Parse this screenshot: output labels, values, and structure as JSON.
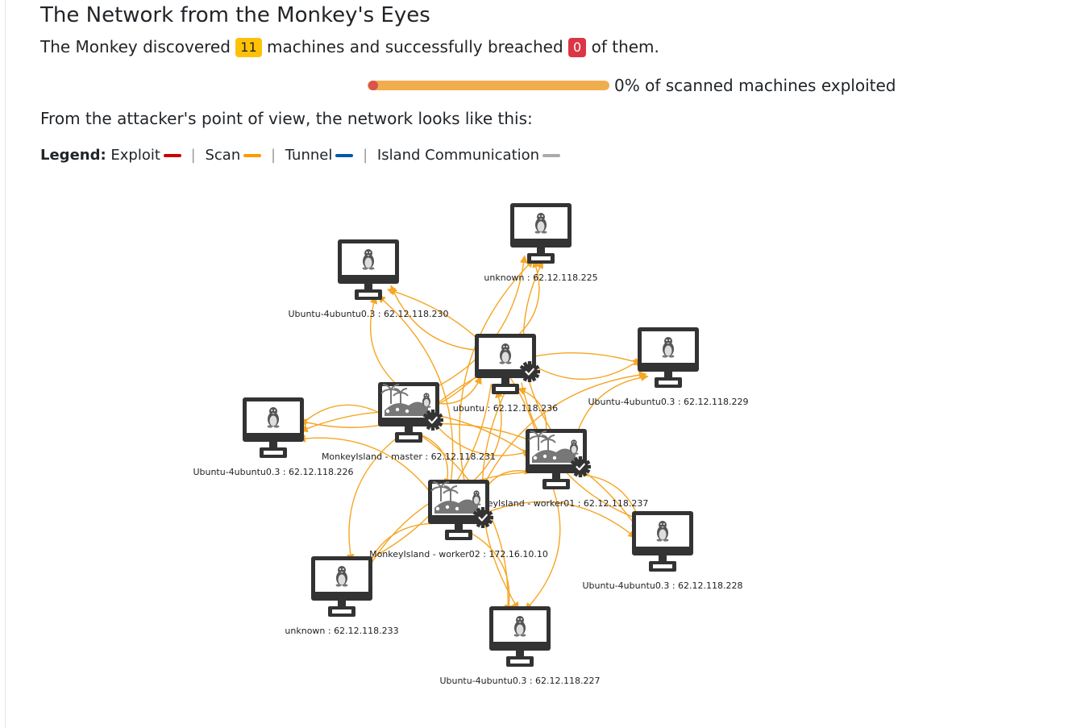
{
  "title": "The Network from the Monkey's Eyes",
  "summary": {
    "prefix": "The Monkey discovered",
    "discovered": "11",
    "middle": "machines and successfully breached",
    "breached": "0",
    "suffix": "of them."
  },
  "progress": {
    "label": "0% of scanned machines exploited",
    "exploited_fraction": 0
  },
  "pov_text": "From the attacker's point of view, the network looks like this:",
  "legend": {
    "title": "Legend:",
    "items": [
      {
        "label": "Exploit",
        "color": "#cc0000"
      },
      {
        "label": "Scan",
        "color": "#ff9900"
      },
      {
        "label": "Tunnel",
        "color": "#0158aa"
      },
      {
        "label": "Island Communication",
        "color": "#aaaaaa"
      }
    ]
  },
  "colors": {
    "scan_edge": "#f5a623",
    "node_dark": "#333333",
    "island_gray": "#777777"
  },
  "nodes": [
    {
      "id": "n225",
      "label": "unknown : 62.12.118.225",
      "type": "linux"
    },
    {
      "id": "n230",
      "label": "Ubuntu-4ubuntu0.3 : 62.12.118.230",
      "type": "linux"
    },
    {
      "id": "n236",
      "label": "ubuntu : 62.12.118.236",
      "type": "linux-monkey"
    },
    {
      "id": "n229",
      "label": "Ubuntu-4ubuntu0.3 : 62.12.118.229",
      "type": "linux"
    },
    {
      "id": "n231",
      "label": "MonkeyIsland - master : 62.12.118.231",
      "type": "island-monkey"
    },
    {
      "id": "n226",
      "label": "Ubuntu-4ubuntu0.3 : 62.12.118.226",
      "type": "linux"
    },
    {
      "id": "n237",
      "label": "MonkeyIsland - worker01 : 62.12.118.237",
      "type": "island-monkey"
    },
    {
      "id": "n10",
      "label": "MonkeyIsland - worker02 : 172.16.10.10",
      "type": "island-monkey"
    },
    {
      "id": "n228",
      "label": "Ubuntu-4ubuntu0.3 : 62.12.118.228",
      "type": "linux"
    },
    {
      "id": "n233",
      "label": "unknown : 62.12.118.233",
      "type": "linux"
    },
    {
      "id": "n227",
      "label": "Ubuntu-4ubuntu0.3 : 62.12.118.227",
      "type": "linux"
    }
  ],
  "edges": [
    {
      "from": "n231",
      "to": "n225",
      "type": "scan"
    },
    {
      "from": "n231",
      "to": "n230",
      "type": "scan"
    },
    {
      "from": "n231",
      "to": "n236",
      "type": "scan"
    },
    {
      "from": "n231",
      "to": "n229",
      "type": "scan"
    },
    {
      "from": "n231",
      "to": "n226",
      "type": "scan"
    },
    {
      "from": "n231",
      "to": "n228",
      "type": "scan"
    },
    {
      "from": "n231",
      "to": "n233",
      "type": "scan"
    },
    {
      "from": "n231",
      "to": "n227",
      "type": "scan"
    },
    {
      "from": "n231",
      "to": "n237",
      "type": "scan"
    },
    {
      "from": "n231",
      "to": "n10",
      "type": "scan"
    },
    {
      "from": "n236",
      "to": "n225",
      "type": "scan"
    },
    {
      "from": "n236",
      "to": "n230",
      "type": "scan"
    },
    {
      "from": "n236",
      "to": "n229",
      "type": "scan"
    },
    {
      "from": "n236",
      "to": "n226",
      "type": "scan"
    },
    {
      "from": "n236",
      "to": "n228",
      "type": "scan"
    },
    {
      "from": "n236",
      "to": "n233",
      "type": "scan"
    },
    {
      "from": "n236",
      "to": "n227",
      "type": "scan"
    },
    {
      "from": "n237",
      "to": "n225",
      "type": "scan"
    },
    {
      "from": "n237",
      "to": "n230",
      "type": "scan"
    },
    {
      "from": "n237",
      "to": "n229",
      "type": "scan"
    },
    {
      "from": "n237",
      "to": "n226",
      "type": "scan"
    },
    {
      "from": "n237",
      "to": "n228",
      "type": "scan"
    },
    {
      "from": "n237",
      "to": "n233",
      "type": "scan"
    },
    {
      "from": "n237",
      "to": "n227",
      "type": "scan"
    },
    {
      "from": "n237",
      "to": "n236",
      "type": "scan"
    },
    {
      "from": "n10",
      "to": "n225",
      "type": "scan"
    },
    {
      "from": "n10",
      "to": "n230",
      "type": "scan"
    },
    {
      "from": "n10",
      "to": "n229",
      "type": "scan"
    },
    {
      "from": "n10",
      "to": "n226",
      "type": "scan"
    },
    {
      "from": "n10",
      "to": "n228",
      "type": "scan"
    },
    {
      "from": "n10",
      "to": "n233",
      "type": "scan"
    },
    {
      "from": "n10",
      "to": "n227",
      "type": "scan"
    },
    {
      "from": "n10",
      "to": "n236",
      "type": "scan"
    },
    {
      "from": "n10",
      "to": "n237",
      "type": "scan"
    }
  ]
}
